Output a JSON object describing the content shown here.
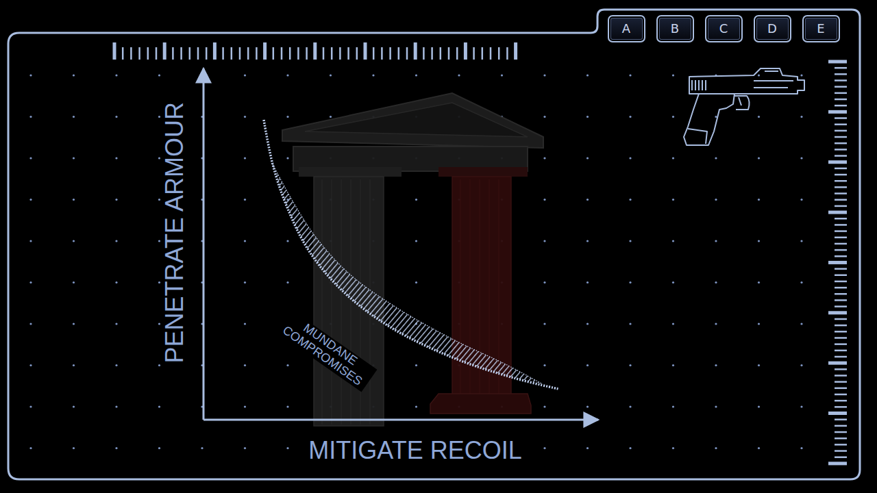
{
  "diagram": {
    "nodes": [
      {
        "text": [
          "A"
        ]
      },
      {
        "text": [
          "B"
        ]
      },
      {
        "text": [
          "C"
        ]
      },
      {
        "text": [
          "D"
        ]
      },
      {
        "text": [
          "E"
        ]
      }
    ],
    "labels": [
      "PENETRATE ARMOUR",
      "MITIGATE RECOIL",
      "MUNDANE COMPROMISES"
    ]
  }
}
